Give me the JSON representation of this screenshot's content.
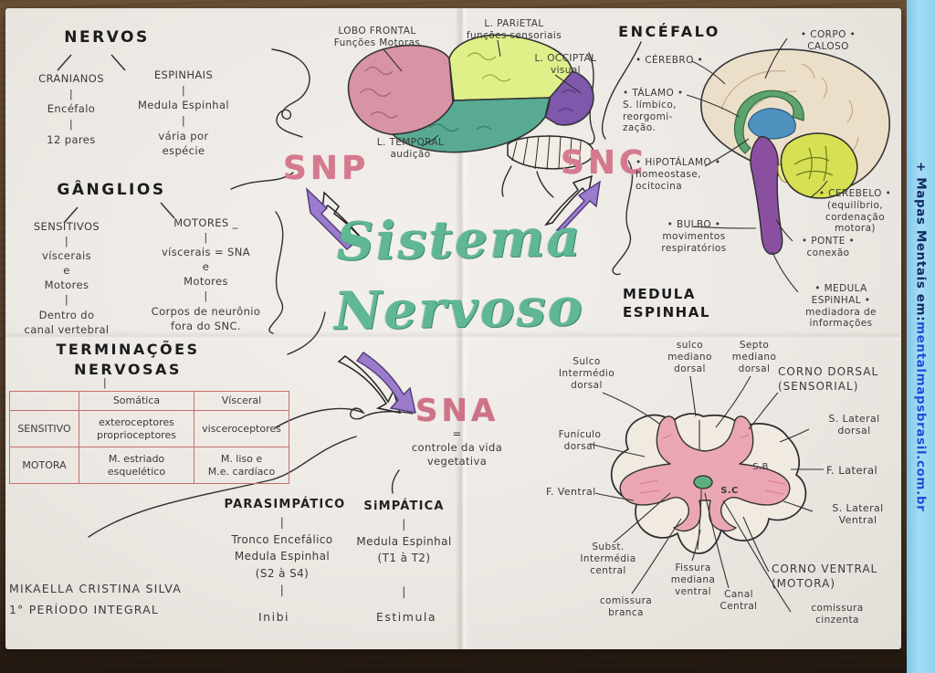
{
  "colors": {
    "accent_pink": "#d5798f",
    "accent_green": "#5fb796",
    "arrow_purple": "#9c7bcd",
    "table_border_red": "#c2706d",
    "banner_bg": "#9fd9f2",
    "banner_url_blue": "#1c4fd8"
  },
  "banner": {
    "prefix": "+ Mapas Mentais em: ",
    "url": "mentalmapsbrasil.com.br"
  },
  "center": {
    "snp": "SNP",
    "snc": "SNC",
    "sna": "SNA",
    "title_line1": "Sistema",
    "title_line2": "Nervoso",
    "sna_note": "=\ncontrole da vida\nvegetativa"
  },
  "nervos": {
    "title": "NERVOS",
    "cranianos": "CRANIANOS\n|\nEncéfalo\n|\n12 pares",
    "espinhais": "ESPINHAIS\n|\nMedula Espinhal\n|\nvária por\nespécie"
  },
  "ganglios": {
    "title": "GÂNGLIOS",
    "sensitivos": "SENSITIVOS\n|\nvíscerais\ne\nMotores\n|\nDentro do\ncanal vertebral",
    "motores": "MOTORES _\n|\nvíscerais = SNA\ne\nMotores\n|\nCorpos de neurônio\nfora do SNC."
  },
  "terminacoes": {
    "title": "TERMINAÇÕES\nNERVOSAS",
    "connector": "|",
    "table": {
      "col_somatica": "Somática",
      "col_visceral": "Vísceral",
      "row_sensitivo": {
        "label": "SENSITIVO",
        "somatica": "exteroceptores\nproprioceptores",
        "visceral": "visceroceptores"
      },
      "row_motora": {
        "label": "MOTORA",
        "somatica": "M. estriado\nesquelético",
        "visceral": "M. liso e\nM.e. cardíaco"
      }
    }
  },
  "lobos": {
    "frontal": "LOBO FRONTAL\nFunções Motoras",
    "parietal": "L. PARiETAL\nfunções sensoriais",
    "occipital": "L. OCCIPTAL\nvisual",
    "temporal": "L. TEMPORAL\naudição"
  },
  "encefalo": {
    "title": "ENCÉFALO",
    "cerebro": "• CÉREBRO •",
    "talamo": "• TÁLAMO •\nS. límbico,\nreorgomi-\nzação.",
    "hipotalamo": "• HiPOTÁLAMO •\nhomeostase,\nocitocina",
    "bulbo": "• BULBO •\nmovimentos\nrespiratórios",
    "corpo_caloso": "• CORPO •\nCALOSO",
    "cerebelo": "• CEREBELO •\n(equilíbrio,\ncordenação\nmotora)",
    "ponte": "• PONTE •\nconexão",
    "medula_espinhal": "• MEDULA\nESPiNHAL •\nmediadora de\ninformações"
  },
  "medula": {
    "heading": "MEDULA\nESPINHAL",
    "sulco_intermedio": "Sulco\nIntermédio\ndorsal",
    "sulco_mediano": "sulco\nmediano\ndorsal",
    "septo_mediano": "Septo\nmediano\ndorsal",
    "corno_dorsal": "CORNO DORSAL\n(SENSORIAL)",
    "s_lateral_dorsal": "S. Lateral\ndorsal",
    "f_lateral": "F. Lateral",
    "s_lateral_ventral": "S. Lateral\nVentral",
    "corno_ventral": "CORNO VENTRAL\n(MOTORA)",
    "comissura_cinzenta": "comissura\ncinzenta",
    "canal_central": "Canal\nCentral",
    "comissura_branca": "comissura\nbranca",
    "fissura_mediana": "Fissura\nmediana\nventral",
    "subst_intermedia": "Subst.\nIntermédia\ncentral",
    "f_ventral": "F. Ventral",
    "funiculo_dorsal": "Funículo\ndorsal",
    "sb": "S.B",
    "sc": "S.C"
  },
  "sna": {
    "parasimpatico": "PARASIMPÁTICO",
    "parasimpatico_body": "|\nTronco Encefálico\nMedula Espinhal\n(S2 à S4)\n|",
    "parasimpatico_result": "Inibi",
    "simpatica": "SiMPÁTICA",
    "simpatica_body": "|\nMedula Espinhal\n(T1 à T2)\n\n|",
    "simpatica_result": "Estimula"
  },
  "assinatura": {
    "nome": "MIKAELLA CRISTINA SILVA",
    "periodo": "1° PERÍODO INTEGRAL"
  }
}
